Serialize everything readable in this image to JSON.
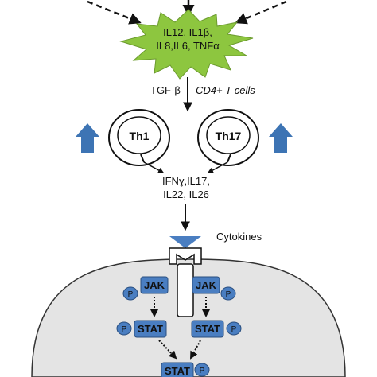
{
  "burst": {
    "line1": "IL12, IL1β,",
    "line2": "IL8,IL6, TNFα",
    "fill_color": "#8dc63f"
  },
  "arrow_labels": {
    "tgf": "TGF-β",
    "cd4": "CD4+ T cells"
  },
  "cells": {
    "th1": "Th1",
    "th17": "Th17"
  },
  "up_arrow_color": "#3d74b4",
  "secreted": {
    "line1": "IFNɣ,IL17,",
    "line2": "IL22, IL26"
  },
  "cytokines_label": "Cytokines",
  "signaling": {
    "jak_label": "JAK",
    "stat_label": "STAT",
    "p_label": "P",
    "box_color": "#4a7ec1",
    "cell_fill": "#e4e4e4"
  }
}
